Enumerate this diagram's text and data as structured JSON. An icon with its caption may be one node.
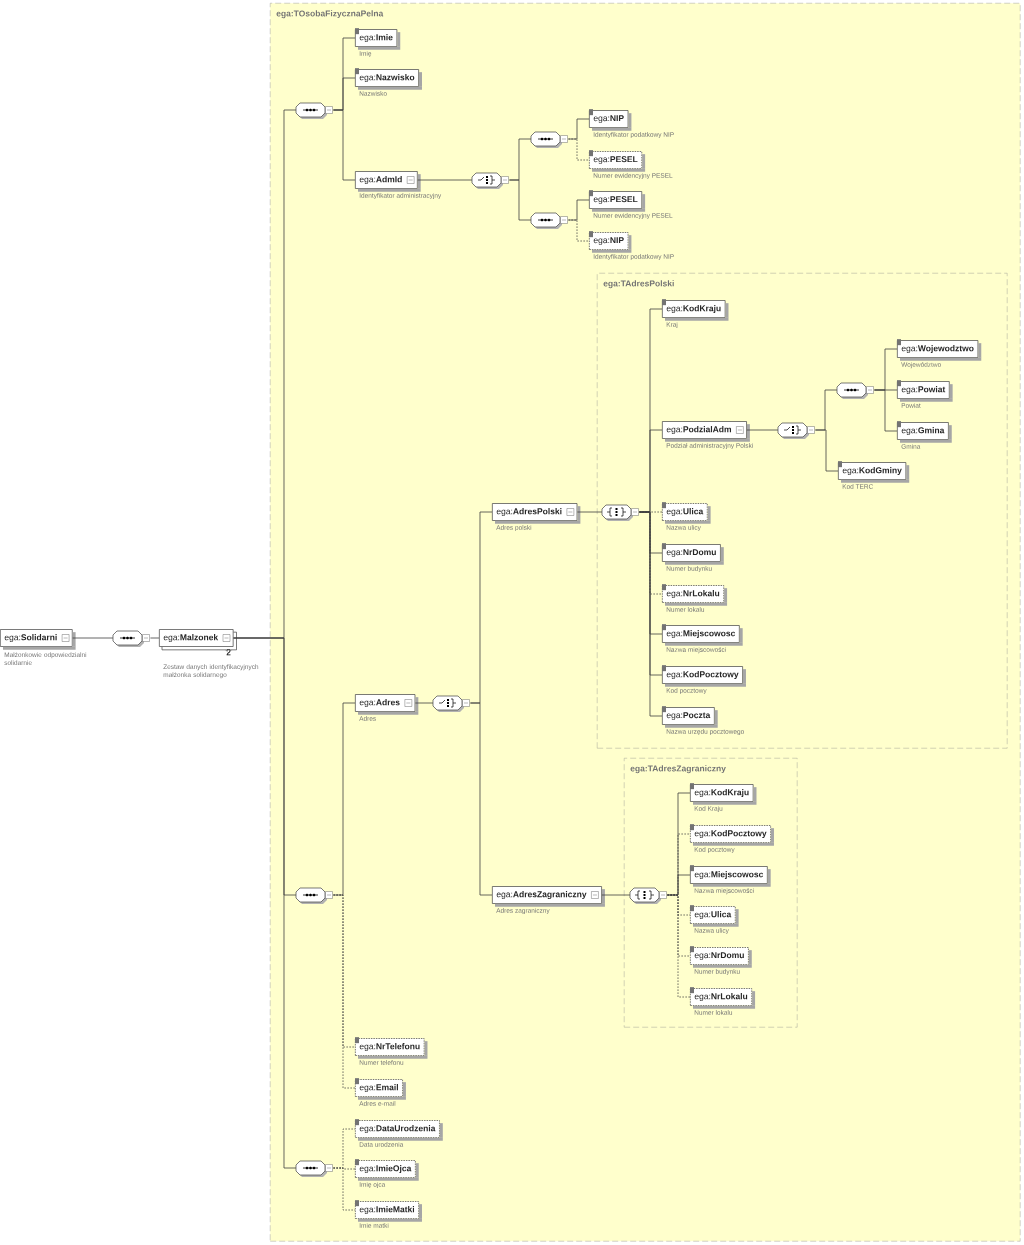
{
  "diagram": {
    "nodes": [
      {
        "text": [
          "ega:**Solidarni**"
        ],
        "beside": [
          "Małżonkowie odpowiedzialni solidarnie"
        ]
      },
      {
        "text": [],
        "shape": "sequence"
      },
      {
        "text": [
          "ega:**Malzonek**"
        ],
        "beside": [
          "2",
          "Zestaw danych identyfikacyjnych małżonka solidarnego"
        ]
      },
      {
        "text": [
          "ega:TOsobaFizycznaPelna"
        ]
      },
      {
        "text": [],
        "shape": "sequence",
        "in": 3
      },
      {
        "text": [
          "ega:**Imie**"
        ],
        "beside": [
          "Imię"
        ],
        "in": 3
      },
      {
        "text": [
          "ega:**Nazwisko**"
        ],
        "beside": [
          "Nazwisko"
        ],
        "in": 3
      },
      {
        "text": [
          "ega:**AdmId**"
        ],
        "beside": [
          "Identyfikator administracyjny"
        ],
        "in": 3
      },
      {
        "text": [],
        "shape": "choice",
        "in": 3
      },
      {
        "text": [],
        "shape": "sequence",
        "in": 3
      },
      {
        "text": [
          "ega:**NIP**"
        ],
        "beside": [
          "Identyfikator podatkowy NIP"
        ],
        "in": 3
      },
      {
        "text": [
          "ega:**PESEL**"
        ],
        "beside": [
          "Numer ewidencyjny PESEL"
        ],
        "in": 3
      },
      {
        "text": [],
        "shape": "sequence",
        "in": 3
      },
      {
        "text": [
          "ega:**PESEL**"
        ],
        "beside": [
          "Numer ewidencyjny PESEL"
        ],
        "in": 3
      },
      {
        "text": [
          "ega:**NIP**"
        ],
        "beside": [
          "Identyfikator podatkowy NIP"
        ],
        "in": 3
      },
      {
        "text": [],
        "shape": "sequence",
        "in": 3
      },
      {
        "text": [
          "ega:**Adres**"
        ],
        "beside": [
          "Adres"
        ],
        "in": 3
      },
      {
        "text": [],
        "shape": "choice",
        "in": 3
      },
      {
        "text": [
          "ega:**AdresPolski**"
        ],
        "beside": [
          "Adres polski"
        ],
        "in": 3
      },
      {
        "text": [
          "ega:TAdresPolski"
        ],
        "in": 3
      },
      {
        "text": [],
        "shape": "all",
        "in": 19
      },
      {
        "text": [
          "ega:**KodKraju**"
        ],
        "beside": [
          "Kraj"
        ],
        "in": 19
      },
      {
        "text": [
          "ega:**PodzialAdm**"
        ],
        "beside": [
          "Podział administracyjny Polski"
        ],
        "in": 19
      },
      {
        "text": [],
        "shape": "choice",
        "in": 19
      },
      {
        "text": [],
        "shape": "sequence",
        "in": 19
      },
      {
        "text": [
          "ega:**Wojewodztwo**"
        ],
        "beside": [
          "Województwo"
        ],
        "in": 19
      },
      {
        "text": [
          "ega:**Powiat**"
        ],
        "beside": [
          "Powiat"
        ],
        "in": 19
      },
      {
        "text": [
          "ega:**Gmina**"
        ],
        "beside": [
          "Gmina"
        ],
        "in": 19
      },
      {
        "text": [
          "ega:**KodGminy**"
        ],
        "beside": [
          "Kod TERC"
        ],
        "in": 19
      },
      {
        "text": [
          "ega:**Ulica**"
        ],
        "beside": [
          "Nazwa ulicy"
        ],
        "in": 19
      },
      {
        "text": [
          "ega:**NrDomu**"
        ],
        "beside": [
          "Numer budynku"
        ],
        "in": 19
      },
      {
        "text": [
          "ega:**NrLokalu**"
        ],
        "beside": [
          "Numer lokalu"
        ],
        "in": 19
      },
      {
        "text": [
          "ega:**Miejscowosc**"
        ],
        "beside": [
          "Nazwa miejscowości"
        ],
        "in": 19
      },
      {
        "text": [
          "ega:**KodPocztowy**"
        ],
        "beside": [
          "Kod pocztowy"
        ],
        "in": 19
      },
      {
        "text": [
          "ega:**Poczta**"
        ],
        "beside": [
          "Nazwa urzędu pocztowego"
        ],
        "in": 19
      },
      {
        "text": [
          "ega:**AdresZagraniczny**"
        ],
        "beside": [
          "Adres zagraniczny"
        ],
        "in": 3
      },
      {
        "text": [
          "ega:TAdresZagraniczny"
        ],
        "in": 3
      },
      {
        "text": [],
        "shape": "all",
        "in": 36
      },
      {
        "text": [
          "ega:**KodKraju**"
        ],
        "beside": [
          "Kod Kraju"
        ],
        "in": 36
      },
      {
        "text": [
          "ega:**KodPocztowy**"
        ],
        "beside": [
          "Kod pocztowy"
        ],
        "in": 36
      },
      {
        "text": [
          "ega:**Miejscowosc**"
        ],
        "beside": [
          "Nazwa miejscowości"
        ],
        "in": 36
      },
      {
        "text": [
          "ega:**Ulica**"
        ],
        "beside": [
          "Nazwa ulicy"
        ],
        "in": 36
      },
      {
        "text": [
          "ega:**NrDomu**"
        ],
        "beside": [
          "Numer budynku"
        ],
        "in": 36
      },
      {
        "text": [
          "ega:**NrLokalu**"
        ],
        "beside": [
          "Numer lokalu"
        ],
        "in": 36
      },
      {
        "text": [
          "ega:**NrTelefonu**"
        ],
        "beside": [
          "Numer telefonu"
        ],
        "in": 3
      },
      {
        "text": [
          "ega:**Email**"
        ],
        "beside": [
          "Adres e-mail"
        ],
        "in": 3
      },
      {
        "text": [],
        "shape": "sequence",
        "in": 3
      },
      {
        "text": [
          "ega:**DataUrodzenia**"
        ],
        "beside": [
          "Data urodzenia"
        ],
        "in": 3
      },
      {
        "text": [
          "ega:**ImieOjca**"
        ],
        "beside": [
          "Imię ojca"
        ],
        "in": 3
      },
      {
        "text": [
          "ega:**ImieMatki**"
        ],
        "beside": [
          "Imie matki"
        ],
        "in": 3
      }
    ],
    "edges": [
      {
        "from": 0,
        "to": 1,
        "arrow": "none"
      },
      {
        "from": 1,
        "to": 2,
        "arrow": "none"
      },
      {
        "from": 2,
        "to": 4,
        "arrow": "none"
      },
      {
        "from": 2,
        "to": 15,
        "arrow": "none"
      },
      {
        "from": 2,
        "to": 46,
        "arrow": "none"
      },
      {
        "from": 4,
        "to": 5,
        "arrow": "none"
      },
      {
        "from": 4,
        "to": 6,
        "arrow": "none"
      },
      {
        "from": 4,
        "to": 7,
        "arrow": "none"
      },
      {
        "from": 7,
        "to": 8,
        "arrow": "none"
      },
      {
        "from": 8,
        "to": 9,
        "arrow": "none"
      },
      {
        "from": 8,
        "to": 12,
        "arrow": "none"
      },
      {
        "from": 9,
        "to": 10,
        "arrow": "none"
      },
      {
        "from": 9,
        "to": 11,
        "arrow": "none",
        "style": "dashed"
      },
      {
        "from": 12,
        "to": 13,
        "arrow": "none"
      },
      {
        "from": 12,
        "to": 14,
        "arrow": "none",
        "style": "dashed"
      },
      {
        "from": 15,
        "to": 16,
        "arrow": "none"
      },
      {
        "from": 15,
        "to": 44,
        "arrow": "none",
        "style": "dashed"
      },
      {
        "from": 15,
        "to": 45,
        "arrow": "none",
        "style": "dashed"
      },
      {
        "from": 16,
        "to": 17,
        "arrow": "none"
      },
      {
        "from": 17,
        "to": 18,
        "arrow": "none"
      },
      {
        "from": 17,
        "to": 35,
        "arrow": "none"
      },
      {
        "from": 18,
        "to": 20,
        "arrow": "none"
      },
      {
        "from": 20,
        "to": 21,
        "arrow": "none"
      },
      {
        "from": 20,
        "to": 22,
        "arrow": "none"
      },
      {
        "from": 20,
        "to": 29,
        "arrow": "none",
        "style": "dashed"
      },
      {
        "from": 20,
        "to": 30,
        "arrow": "none"
      },
      {
        "from": 20,
        "to": 31,
        "arrow": "none",
        "style": "dashed"
      },
      {
        "from": 20,
        "to": 32,
        "arrow": "none"
      },
      {
        "from": 20,
        "to": 33,
        "arrow": "none"
      },
      {
        "from": 20,
        "to": 34,
        "arrow": "none"
      },
      {
        "from": 22,
        "to": 23,
        "arrow": "none"
      },
      {
        "from": 23,
        "to": 24,
        "arrow": "none"
      },
      {
        "from": 23,
        "to": 28,
        "arrow": "none"
      },
      {
        "from": 24,
        "to": 25,
        "arrow": "none"
      },
      {
        "from": 24,
        "to": 26,
        "arrow": "none"
      },
      {
        "from": 24,
        "to": 27,
        "arrow": "none"
      },
      {
        "from": 35,
        "to": 37,
        "arrow": "none"
      },
      {
        "from": 37,
        "to": 38,
        "arrow": "none"
      },
      {
        "from": 37,
        "to": 39,
        "arrow": "none",
        "style": "dashed"
      },
      {
        "from": 37,
        "to": 40,
        "arrow": "none"
      },
      {
        "from": 37,
        "to": 41,
        "arrow": "none",
        "style": "dashed"
      },
      {
        "from": 37,
        "to": 42,
        "arrow": "none",
        "style": "dashed"
      },
      {
        "from": 37,
        "to": 43,
        "arrow": "none",
        "style": "dashed"
      },
      {
        "from": 46,
        "to": 47,
        "arrow": "none",
        "style": "dashed"
      },
      {
        "from": 46,
        "to": 48,
        "arrow": "none",
        "style": "dashed"
      },
      {
        "from": 46,
        "to": 49,
        "arrow": "none",
        "style": "dashed"
      }
    ]
  }
}
